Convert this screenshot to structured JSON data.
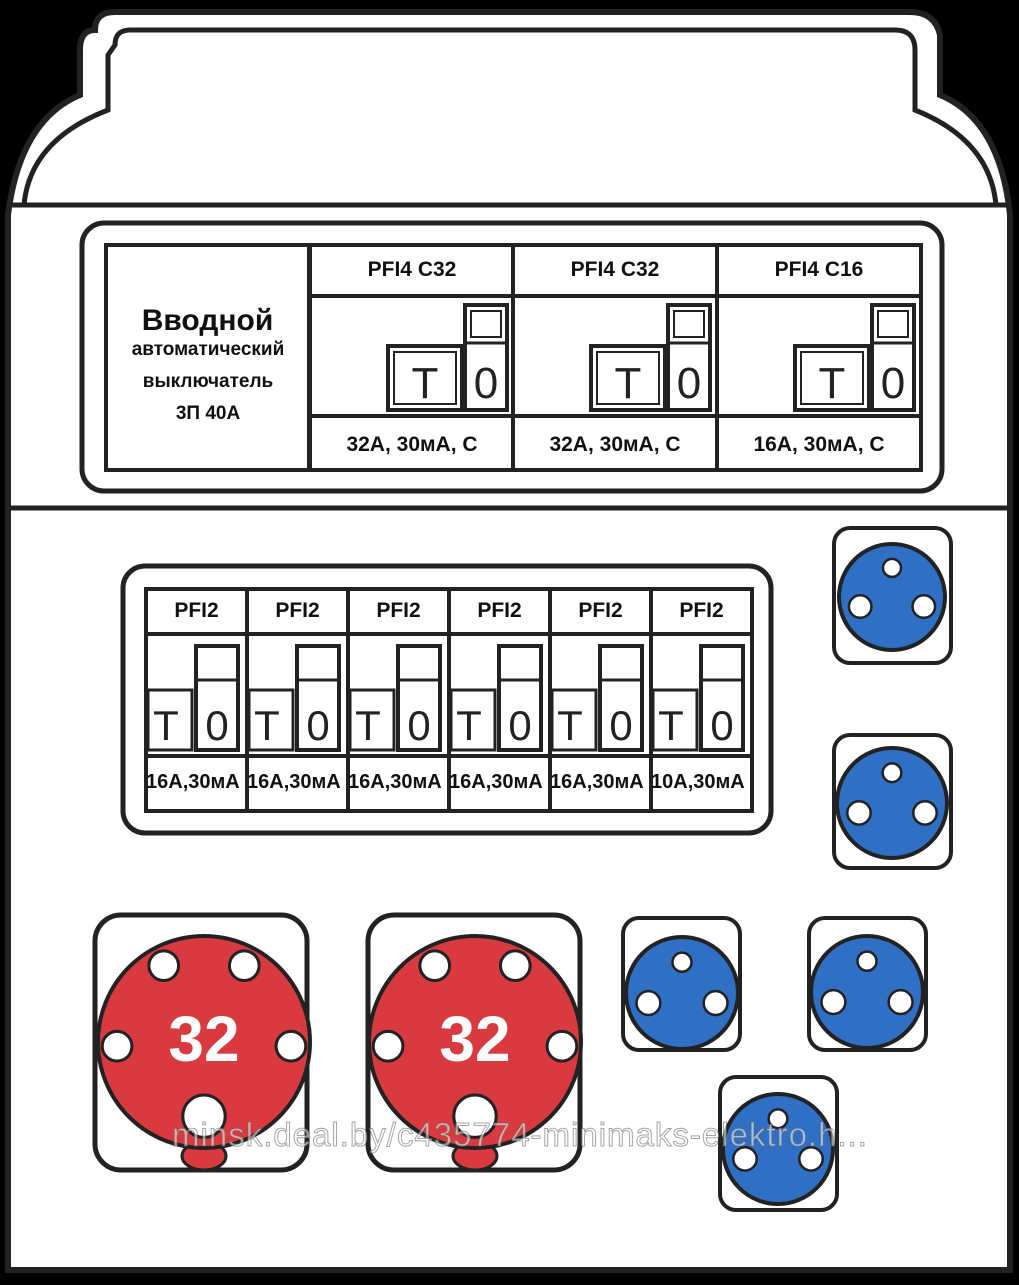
{
  "intro_breaker": {
    "title": "Вводной",
    "line1": "автоматический",
    "line2": "выключатель",
    "line3": "3П 40А"
  },
  "rcbo_large": [
    {
      "model": "PFI4 C32",
      "rating": "32A, 30мA, C",
      "toggle": "T",
      "indicator": "0"
    },
    {
      "model": "PFI4 C32",
      "rating": "32A, 30мA, C",
      "toggle": "T",
      "indicator": "0"
    },
    {
      "model": "PFI4 C16",
      "rating": "16A, 30мA, C",
      "toggle": "T",
      "indicator": "0"
    }
  ],
  "rcbo_small": [
    {
      "model": "PFI2",
      "rating": "16A,30мA",
      "toggle": "T",
      "indicator": "0"
    },
    {
      "model": "PFI2",
      "rating": "16A,30мA",
      "toggle": "T",
      "indicator": "0"
    },
    {
      "model": "PFI2",
      "rating": "16A,30мA",
      "toggle": "T",
      "indicator": "0"
    },
    {
      "model": "PFI2",
      "rating": "16A,30мA",
      "toggle": "T",
      "indicator": "0"
    },
    {
      "model": "PFI2",
      "rating": "16A,30мA",
      "toggle": "T",
      "indicator": "0"
    },
    {
      "model": "PFI2",
      "rating": "10A,30мA",
      "toggle": "T",
      "indicator": "0"
    }
  ],
  "sockets_red": [
    {
      "label": "32"
    },
    {
      "label": "32"
    }
  ],
  "sockets_blue_count": 5,
  "colors": {
    "socket_red": "#d93a3f",
    "socket_blue": "#2f6fc4",
    "outline": "#222222",
    "panel": "#ffffff",
    "background": "#000000"
  },
  "watermark": "minsk.deal.by/c435774-minimaks-elektro.h..."
}
